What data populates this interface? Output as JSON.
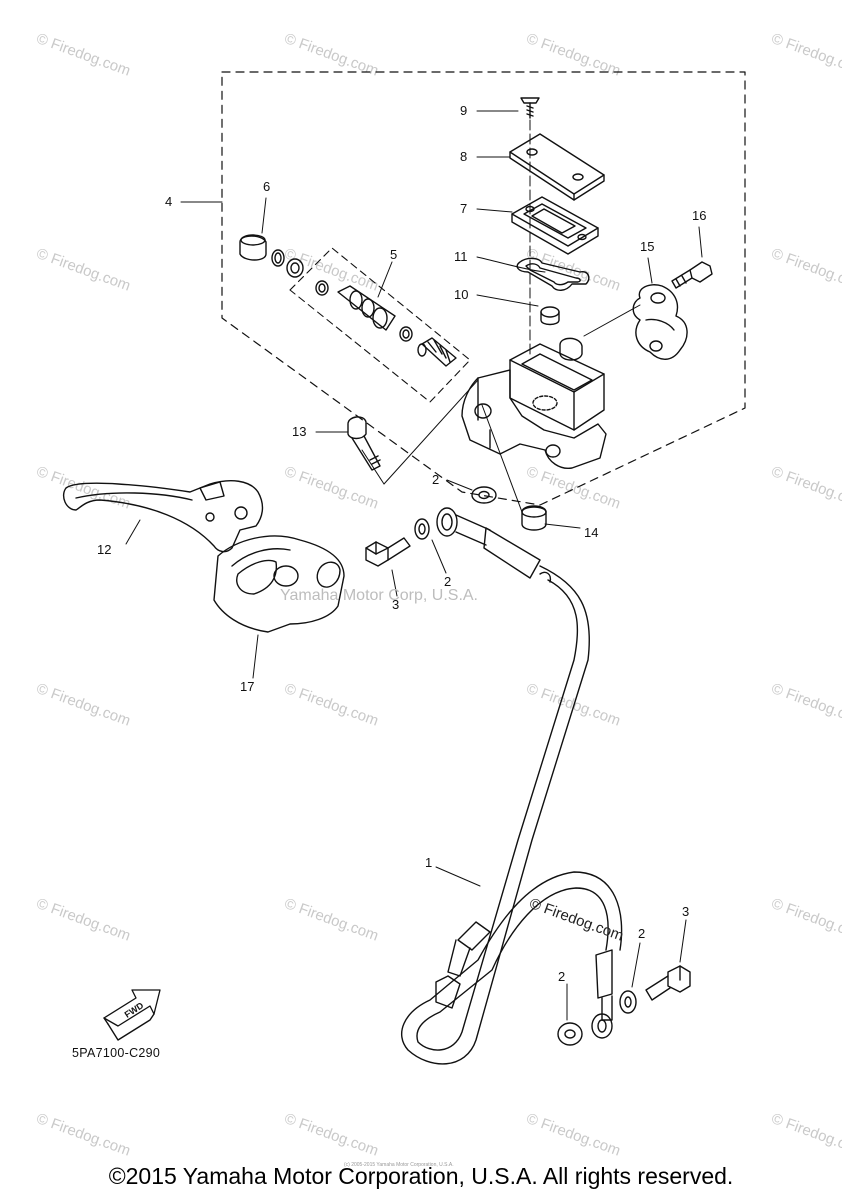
{
  "diagram": {
    "code": "5PA7100-C290",
    "fwd_label": "FWD",
    "middle_watermark": "Yamaha Motor Corp, U.S.A.",
    "firedog_mark": "© Firedog.com",
    "copyright": "©2015 Yamaha Motor Corporation, U.S.A. All rights reserved.",
    "tiny_copyright": "(c) 2005-2015 Yamaha Motor Corporation, U.S.A.",
    "callouts": [
      "9",
      "8",
      "7",
      "11",
      "10",
      "16",
      "15",
      "4",
      "6",
      "5",
      "13",
      "2",
      "14",
      "12",
      "2",
      "3",
      "17",
      "1",
      "3",
      "2",
      "2"
    ],
    "watermark_text": "© Firedog.com"
  }
}
